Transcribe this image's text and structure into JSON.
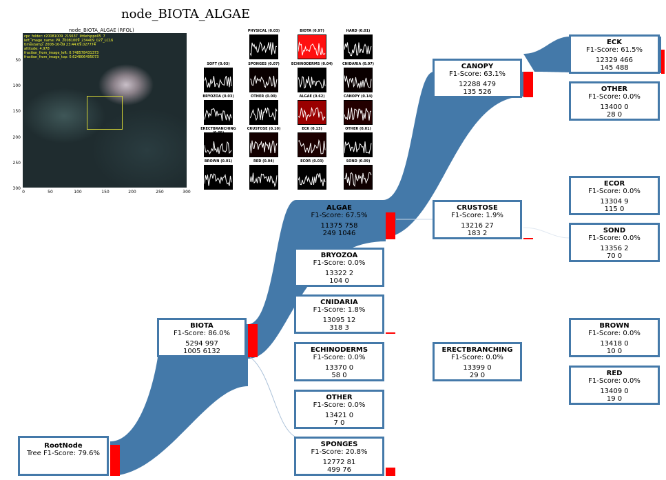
{
  "title": "node_BIOTA_ALGAE",
  "image_panel": {
    "title": "node_BIOTA_ALGAE (RFOL)",
    "metadata_lines": [
      "cpc_folder: r20081009_215637_littlehippo05_7",
      "left_image_name: PR_20081009_234409_027_LC16",
      "timestamp: 2008-10-09 23:44:09.027774",
      "altitude: 4.978",
      "fraction_from_image_left: 0.748578431373",
      "fraction_from_image_top: 0.624806495073"
    ],
    "y_ticks": [
      "50",
      "100",
      "150",
      "200",
      "250",
      "300"
    ],
    "x_ticks": [
      "0",
      "50",
      "100",
      "150",
      "200",
      "250",
      "300"
    ]
  },
  "thumbnails": [
    {
      "label": "PHYSICAL (0.03)",
      "color": "#000000"
    },
    {
      "label": "BIOTA (0.97)",
      "color": "#ff1010"
    },
    {
      "label": "HARD (0.01)",
      "color": "#000000"
    },
    {
      "label": "SOFT (0.03)",
      "color": "#000000"
    },
    {
      "label": "SPONGES (0.07)",
      "color": "#0a0000"
    },
    {
      "label": "ECHINODERMS (0.04)",
      "color": "#000000"
    },
    {
      "label": "CNIDARIA (0.07)",
      "color": "#0a0000"
    },
    {
      "label": "BRYOZOA (0.03)",
      "color": "#000000"
    },
    {
      "label": "OTHER (0.00)",
      "color": "#000000"
    },
    {
      "label": "ALGAE (0.62)",
      "color": "#9a0000"
    },
    {
      "label": "CANOPY (0.14)",
      "color": "#230000"
    },
    {
      "label": "ERECTBRANCHING (0.05)",
      "color": "#050000"
    },
    {
      "label": "CRUSTOSE (0.10)",
      "color": "#140000"
    },
    {
      "label": "ECK (0.13)",
      "color": "#1c0000"
    },
    {
      "label": "OTHER (0.01)",
      "color": "#000000"
    },
    {
      "label": "BROWN (0.01)",
      "color": "#000000"
    },
    {
      "label": "RED (0.04)",
      "color": "#000000"
    },
    {
      "label": "ECOR (0.03)",
      "color": "#000000"
    },
    {
      "label": "SOND (0.09)",
      "color": "#0f0000"
    }
  ],
  "nodes": {
    "root": {
      "name": "RootNode",
      "f1": "Tree F1-Score: 79.6%"
    },
    "biota": {
      "name": "BIOTA",
      "f1": "F1-Score: 86.0%",
      "cm1": "5294   997",
      "cm2": "1005  6132"
    },
    "algae": {
      "name": "ALGAE",
      "f1": "F1-Score: 67.5%",
      "cm1": "11375  758",
      "cm2": "249   1046"
    },
    "bryozoa": {
      "name": "BRYOZOA",
      "f1": "F1-Score: 0.0%",
      "cm1": "13322   2",
      "cm2": "104     0"
    },
    "cnidaria": {
      "name": "CNIDARIA",
      "f1": "F1-Score: 1.8%",
      "cm1": "13095  12",
      "cm2": "318     3"
    },
    "echinoderms": {
      "name": "ECHINODERMS",
      "f1": "F1-Score: 0.0%",
      "cm1": "13370   0",
      "cm2": "58      0"
    },
    "other1": {
      "name": "OTHER",
      "f1": "F1-Score: 0.0%",
      "cm1": "13421   0",
      "cm2": "7       0"
    },
    "sponges": {
      "name": "SPONGES",
      "f1": "F1-Score: 20.8%",
      "cm1": "12772  81",
      "cm2": "499    76"
    },
    "canopy": {
      "name": "CANOPY",
      "f1": "F1-Score: 63.1%",
      "cm1": "12288  479",
      "cm2": "135    526"
    },
    "crustose": {
      "name": "CRUSTOSE",
      "f1": "F1-Score: 1.9%",
      "cm1": "13216  27",
      "cm2": "183     2"
    },
    "erectbranching": {
      "name": "ERECTBRANCHING",
      "f1": "F1-Score: 0.0%",
      "cm1": "13399   0",
      "cm2": "29      0"
    },
    "eck": {
      "name": "ECK",
      "f1": "F1-Score: 61.5%",
      "cm1": "12329  466",
      "cm2": "145   488"
    },
    "other2": {
      "name": "OTHER",
      "f1": "F1-Score: 0.0%",
      "cm1": "13400   0",
      "cm2": "28      0"
    },
    "ecor": {
      "name": "ECOR",
      "f1": "F1-Score: 0.0%",
      "cm1": "13304   9",
      "cm2": "115     0"
    },
    "sond": {
      "name": "SOND",
      "f1": "F1-Score: 0.0%",
      "cm1": "13356   2",
      "cm2": "70      0"
    },
    "brown": {
      "name": "BROWN",
      "f1": "F1-Score: 0.0%",
      "cm1": "13418   0",
      "cm2": "10      0"
    },
    "red": {
      "name": "RED",
      "f1": "F1-Score: 0.0%",
      "cm1": "13409   0",
      "cm2": "19      0"
    }
  },
  "colors": {
    "flow": "#4479a9",
    "bar": "#ff0000",
    "border": "#4479a9"
  }
}
